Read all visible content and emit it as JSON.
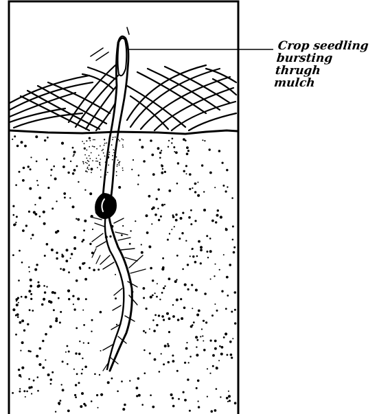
{
  "figure": {
    "callout_label": {
      "lines": [
        "Crop seedling",
        "bursting",
        "thrugh",
        "mulch"
      ]
    },
    "panel_border_color": "#000000",
    "ink_color": "#000000",
    "background_color": "#ffffff"
  }
}
